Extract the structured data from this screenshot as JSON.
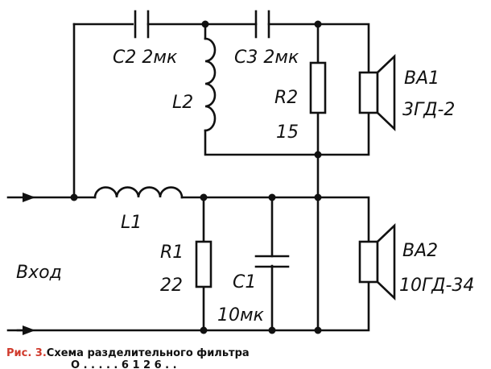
{
  "labels": {
    "c2": "C2 2мк",
    "c3": "C3 2мк",
    "l2": "L2",
    "r2_name": "R2",
    "r2_value": "15",
    "ba1_name": "BA1",
    "ba1_model": "3ГД-2",
    "l1": "L1",
    "r1_name": "R1",
    "r1_value": "22",
    "c1_name": "C1",
    "c1_value": "10мк",
    "ba2_name": "BA2",
    "ba2_model": "10ГД-34",
    "input": "Вход"
  },
  "caption": {
    "figure": "Рис. 3.",
    "text": "Схема разделительного фильтра",
    "second_line": "О  .  .  .  .  . 6 1 2 6  .  ."
  }
}
